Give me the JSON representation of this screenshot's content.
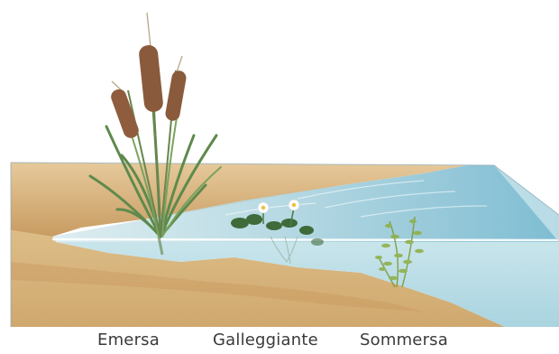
{
  "labels": {
    "emersa": "Emersa",
    "galleggiante": "Galleggiante",
    "sommersa": "Sommersa"
  },
  "colors": {
    "sand_top": "#d9b98a",
    "sand_dark": "#c99d63",
    "sand_front": "#d7b680",
    "water": "#a9d2dc",
    "water_deep": "#8cc4d6",
    "cattail_head": "#8a5a3c",
    "leaf": "#5e8a4c",
    "flower": "#ffffff",
    "flower_center": "#e8c23a",
    "submerged": "#8fb04a"
  },
  "icons": [
    "cattail-plant",
    "floating-plant",
    "submerged-plant"
  ]
}
